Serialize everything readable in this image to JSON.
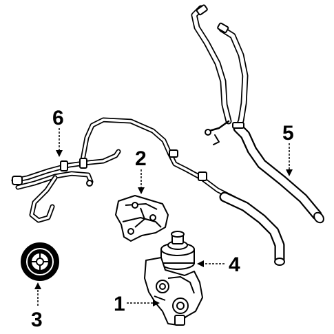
{
  "callouts": [
    {
      "number": "1",
      "part": "power-steering-pump"
    },
    {
      "number": "2",
      "part": "pump-bracket"
    },
    {
      "number": "3",
      "part": "pulley"
    },
    {
      "number": "4",
      "part": "reservoir"
    },
    {
      "number": "5",
      "part": "return-hose"
    },
    {
      "number": "6",
      "part": "pressure-line"
    }
  ],
  "colors": {
    "line": "#000000",
    "background": "#ffffff"
  }
}
